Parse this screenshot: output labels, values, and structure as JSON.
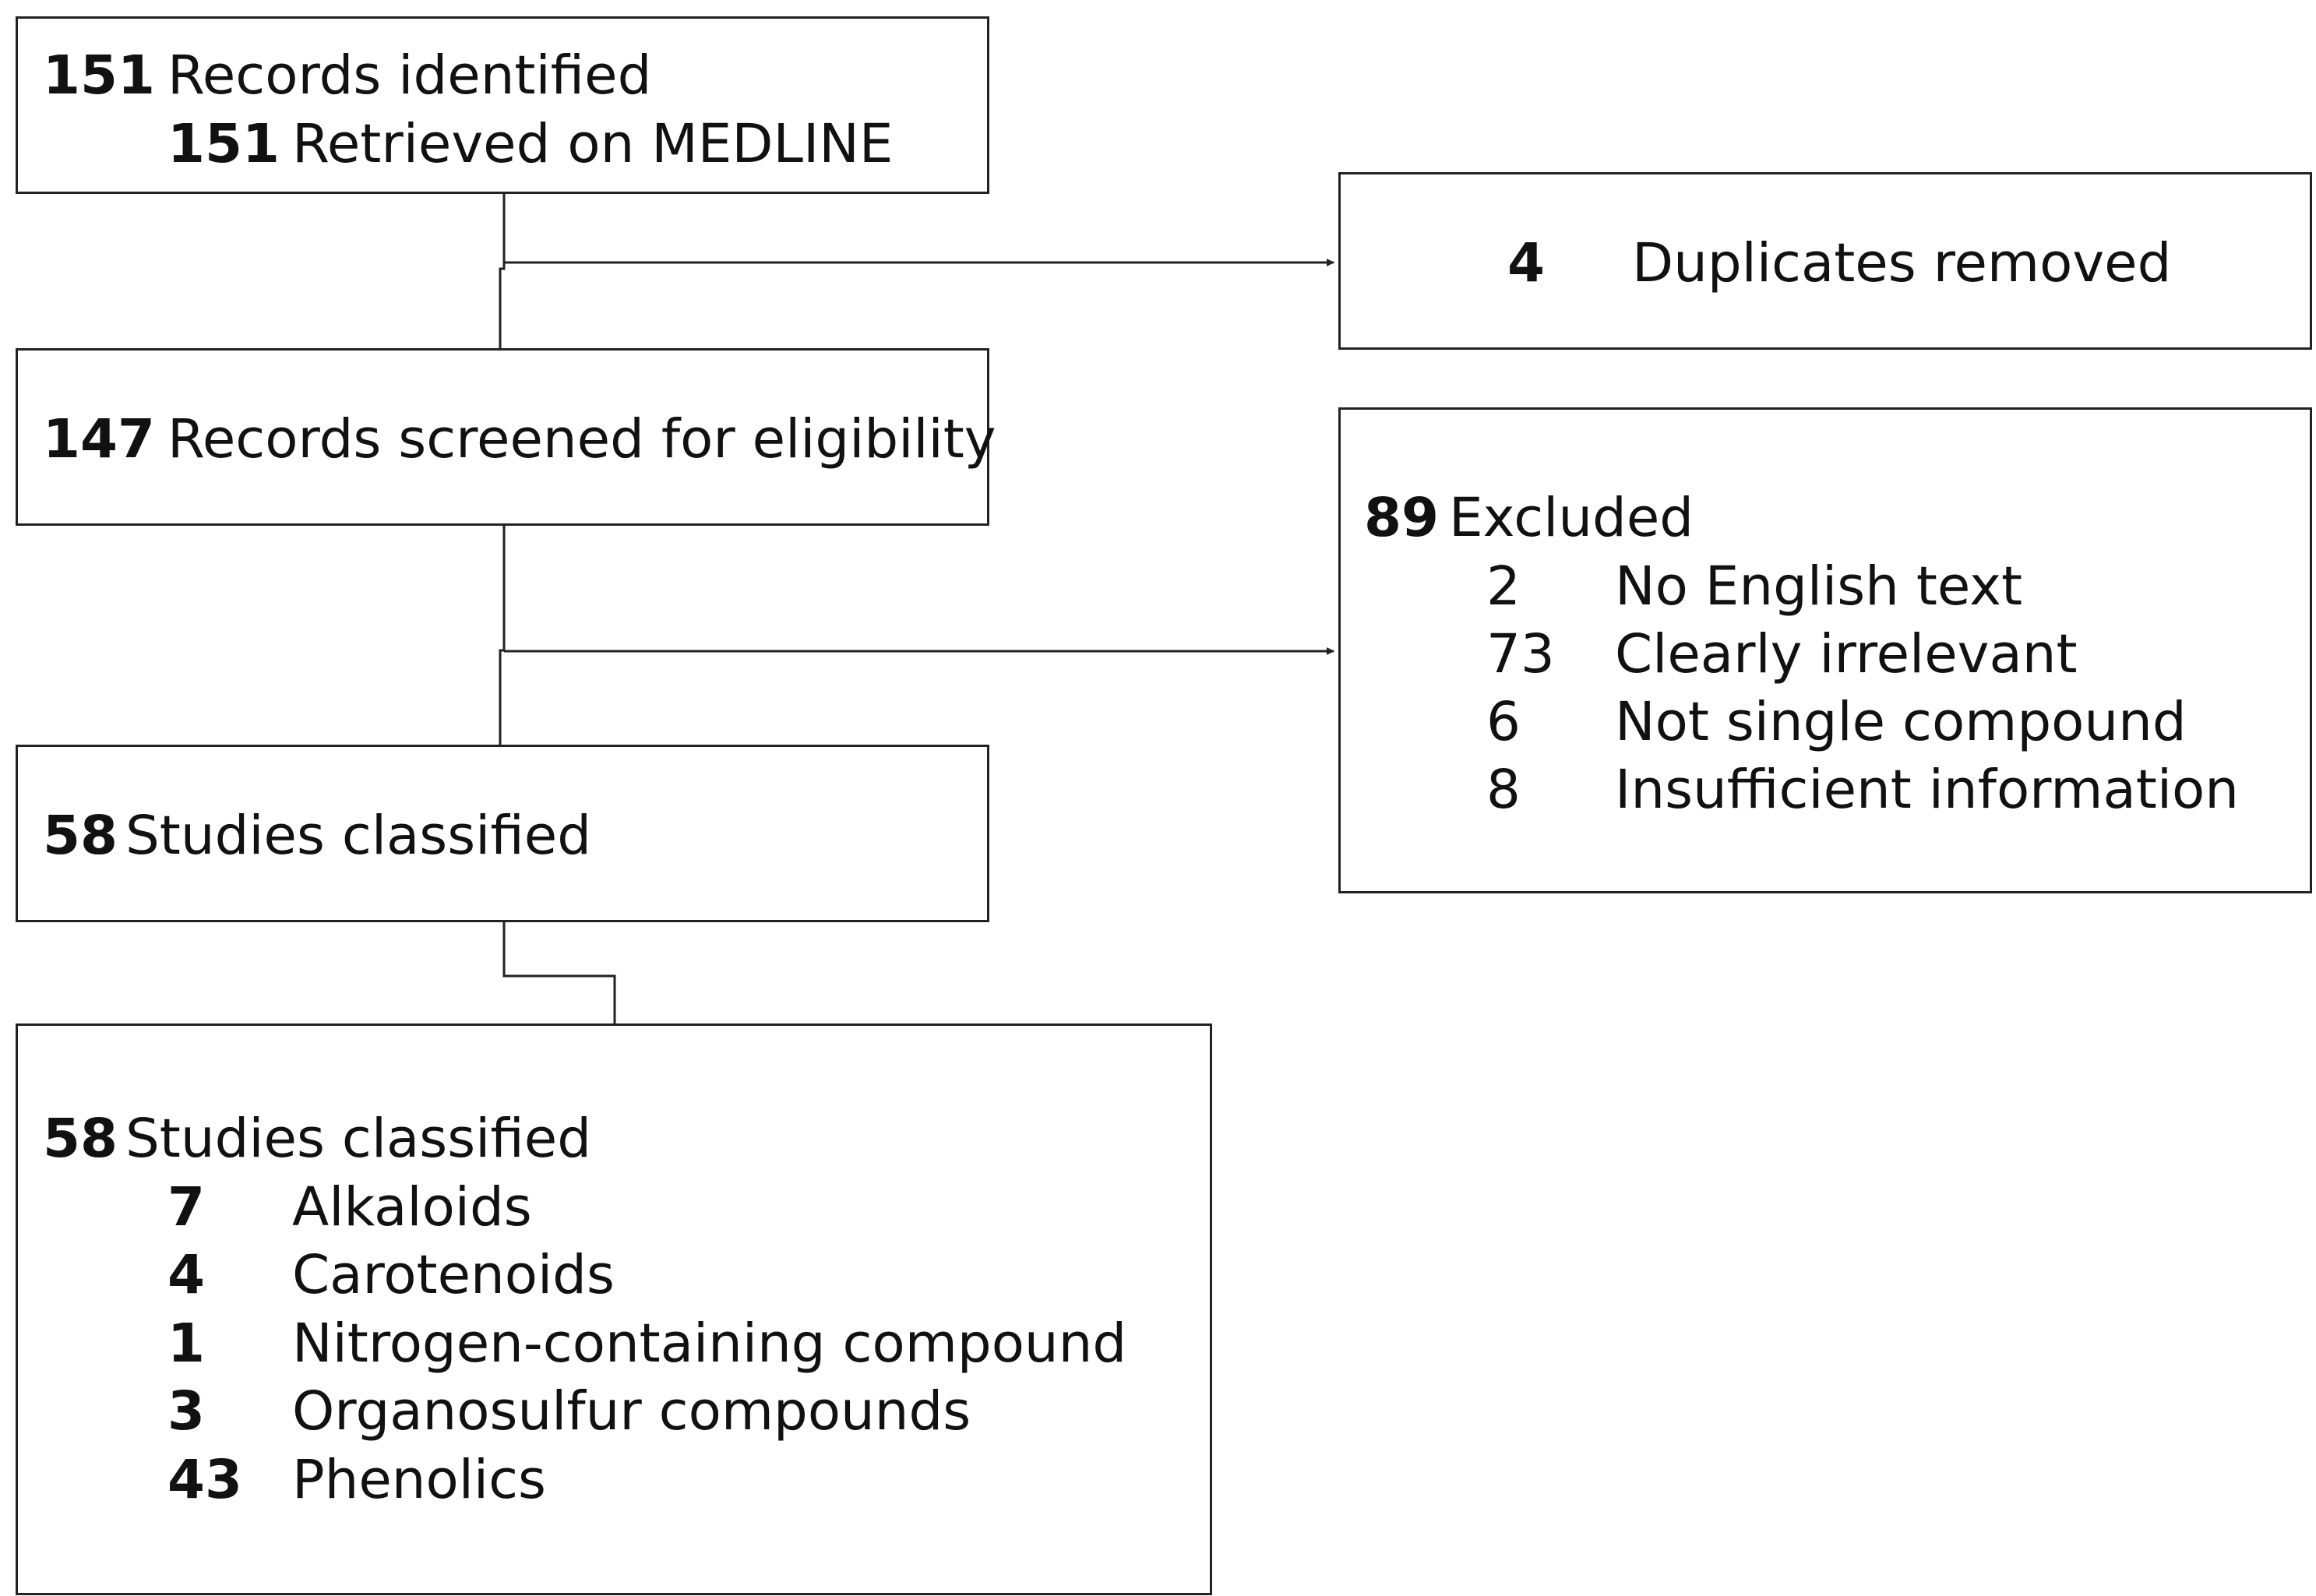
{
  "identified": {
    "count": "151",
    "label": "Records identified",
    "sub_count": "151",
    "sub_label": "Retrieved on MEDLINE"
  },
  "duplicates": {
    "count": "4",
    "label": "Duplicates removed"
  },
  "screened": {
    "count": "147",
    "label": "Records screened for eligibility"
  },
  "excluded": {
    "count": "89",
    "label": "Excluded",
    "items": [
      {
        "count": "2",
        "label": "No English text"
      },
      {
        "count": "73",
        "label": "Clearly irrelevant"
      },
      {
        "count": "6",
        "label": "Not single compound"
      },
      {
        "count": "8",
        "label": "Insufficient information"
      }
    ]
  },
  "classified": {
    "count": "58",
    "label": "Studies classified"
  },
  "breakdown": {
    "count": "58",
    "label": "Studies classified",
    "items": [
      {
        "count": "7",
        "label": "Alkaloids"
      },
      {
        "count": "4",
        "label": "Carotenoids"
      },
      {
        "count": "1",
        "label": "Nitrogen-containing compound"
      },
      {
        "count": "3",
        "label": "Organosulfur compounds"
      },
      {
        "count": "43",
        "label": "Phenolics"
      }
    ]
  }
}
